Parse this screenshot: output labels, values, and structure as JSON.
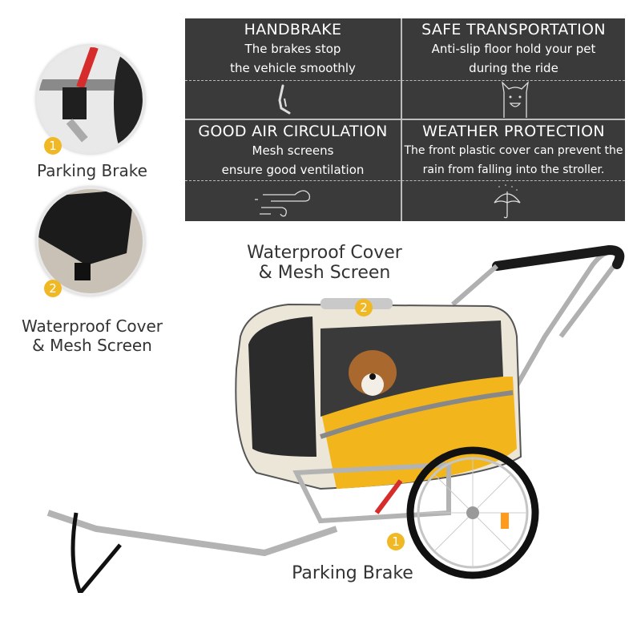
{
  "features": [
    {
      "title": "HANDBRAKE",
      "desc_line1": "The brakes stop",
      "desc_line2": "the vehicle smoothly",
      "icon": "handbrake-lever-icon"
    },
    {
      "title": "SAFE TRANSPORTATION",
      "desc_line1": "Anti-slip floor hold your pet",
      "desc_line2": "during the ride",
      "icon": "alpaca-icon"
    },
    {
      "title": "GOOD AIR CIRCULATION",
      "desc_line1": "Mesh screens",
      "desc_line2": "ensure good ventilation",
      "icon": "wind-icon"
    },
    {
      "title": "WEATHER PROTECTION",
      "desc_line1": "The front plastic cover can prevent the",
      "desc_line2": "rain from falling into the stroller.",
      "icon": "umbrella-rain-icon"
    }
  ],
  "details": [
    {
      "badge": "1",
      "label": "Parking Brake"
    },
    {
      "badge": "2",
      "label_line1": "Waterproof Cover",
      "label_line2": "& Mesh Screen"
    }
  ],
  "callouts": {
    "top_line1": "Waterproof Cover",
    "top_line2": "& Mesh Screen",
    "top_badge": "2",
    "bottom": "Parking Brake",
    "bottom_badge": "1"
  },
  "colors": {
    "panel_bg": "#3a3a3a",
    "badge": "#f0b824",
    "trailer_yellow": "#f2b61c",
    "trailer_cream": "#ece6d8"
  }
}
